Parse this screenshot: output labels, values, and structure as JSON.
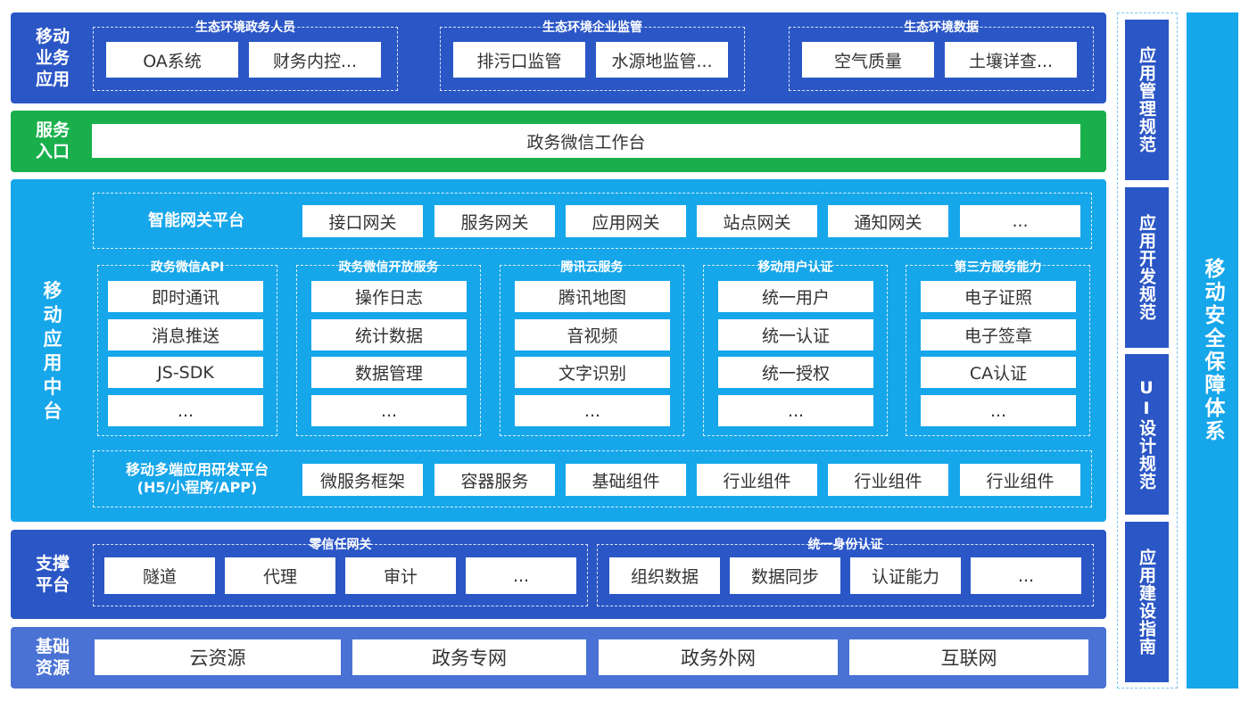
{
  "layers": {
    "mobile_business": {
      "label": "移动\n业务\n应用",
      "groups": [
        {
          "title": "生态环境政务人员",
          "items": [
            "OA系统",
            "财务内控..."
          ]
        },
        {
          "title": "生态环境企业监管",
          "items": [
            "排污口监管",
            "水源地监管..."
          ]
        },
        {
          "title": "生态环境数据",
          "items": [
            "空气质量",
            "土壤详查..."
          ]
        }
      ]
    },
    "service_entry": {
      "label": "服务\n入口",
      "item": "政务微信工作台"
    },
    "middle_platform": {
      "label": "移\n动\n应\n用\n中\n台",
      "gateway": {
        "title": "智能网关平台",
        "items": [
          "接口网关",
          "服务网关",
          "应用网关",
          "站点网关",
          "通知网关",
          "..."
        ]
      },
      "columns": [
        {
          "title": "政务微信API",
          "items": [
            "即时通讯",
            "消息推送",
            "JS-SDK",
            "..."
          ]
        },
        {
          "title": "政务微信开放服务",
          "items": [
            "操作日志",
            "统计数据",
            "数据管理",
            "..."
          ]
        },
        {
          "title": "腾讯云服务",
          "items": [
            "腾讯地图",
            "音视频",
            "文字识别",
            "..."
          ]
        },
        {
          "title": "移动用户认证",
          "items": [
            "统一用户",
            "统一认证",
            "统一授权",
            "..."
          ]
        },
        {
          "title": "第三方服务能力",
          "items": [
            "电子证照",
            "电子签章",
            "CA认证",
            "..."
          ]
        }
      ],
      "dev_platform": {
        "title": "移动多端应用研发平台\n(H5/小程序/APP)",
        "items": [
          "微服务框架",
          "容器服务",
          "基础组件",
          "行业组件",
          "行业组件",
          "行业组件"
        ]
      }
    },
    "support": {
      "label": "支撑\n平台",
      "groups": [
        {
          "title": "零信任网关",
          "items": [
            "隧道",
            "代理",
            "审计",
            "..."
          ]
        },
        {
          "title": "统一身份认证",
          "items": [
            "组织数据",
            "数据同步",
            "认证能力",
            "..."
          ]
        }
      ]
    },
    "base": {
      "label": "基础\n资源",
      "items": [
        "云资源",
        "政务专网",
        "政务外网",
        "互联网"
      ]
    }
  },
  "guides": [
    "应用管理规范",
    "应用开发规范",
    "UI设计规范",
    "应用建设指南"
  ],
  "security": "移动安全保障体系",
  "colors": {
    "dark_blue": "#2a56c6",
    "green": "#19b04c",
    "cyan": "#16a6ea"
  }
}
